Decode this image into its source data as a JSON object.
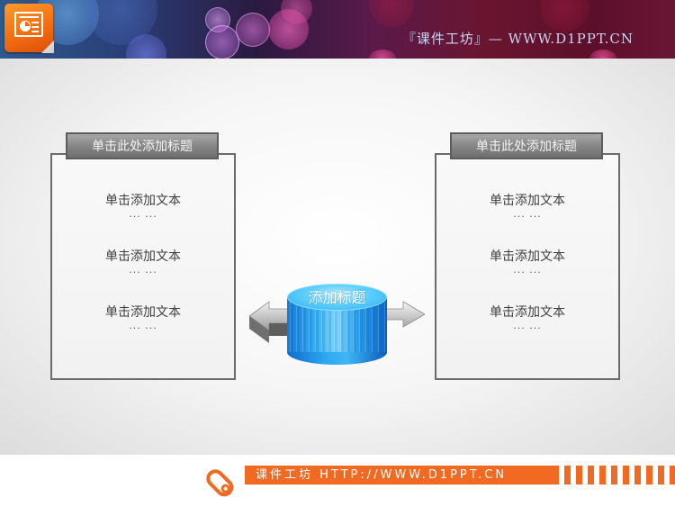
{
  "header": {
    "title": "『课件工坊』— WWW.D1PPT.CN",
    "logo_icon": "powerpoint-icon"
  },
  "left_panel": {
    "title": "单击此处添加标题",
    "items": [
      {
        "text": "单击添加文本",
        "dots": "... ..."
      },
      {
        "text": "单击添加文本",
        "dots": "... ..."
      },
      {
        "text": "单击添加文本",
        "dots": "... ..."
      }
    ]
  },
  "right_panel": {
    "title": "单击此处添加标题",
    "items": [
      {
        "text": "单击添加文本",
        "dots": "... ..."
      },
      {
        "text": "单击添加文本",
        "dots": "... ..."
      },
      {
        "text": "单击添加文本",
        "dots": "... ..."
      }
    ]
  },
  "center": {
    "label": "添加标题",
    "left_arrow_icon": "arrow-left-icon",
    "right_arrow_icon": "arrow-right-icon"
  },
  "footer": {
    "text": "课件工坊 HTTP://WWW.D1PPT.CN",
    "icon": "pencil-icon",
    "stripe_count": 10,
    "accent_color": "#f26a22"
  },
  "colors": {
    "panel_border": "#6b6b6b",
    "panel_title_bg": "#8a8a8a",
    "cylinder_blue": "#2aa2ee",
    "footer_orange": "#f26a22"
  }
}
